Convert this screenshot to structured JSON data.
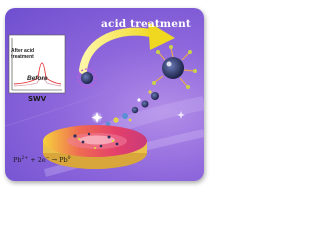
{
  "title": "acid treatment",
  "inset": {
    "after_label": "After acid treatment",
    "before_label": "Before",
    "method_label": "SWV"
  },
  "equation": {
    "lhs_ion": "Pb",
    "lhs_charge": "2+",
    "plus_electrons": " + 2e",
    "electron_charge": "−",
    "arrow": " → ",
    "rhs_element": "Pb",
    "rhs_charge": "0"
  },
  "colors": {
    "background": "#8e67dc",
    "arrow": "#f3e236",
    "after_curve": "#e23a3a",
    "before_curve": "#d9a9b4",
    "electrode_top": "#e94a64",
    "electrode_side": "#f1d24b"
  }
}
